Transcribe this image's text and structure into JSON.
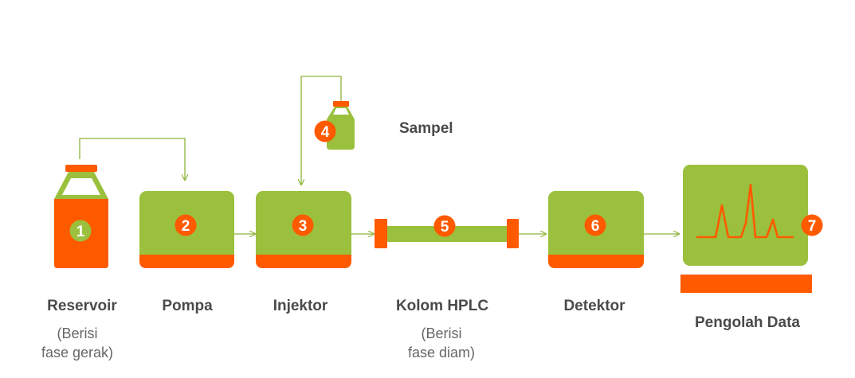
{
  "colors": {
    "green": "#9bc03d",
    "orange": "#ff5a00",
    "line_green": "#8db43a",
    "label": "#4a4a4a",
    "sublabel": "#666666"
  },
  "components": [
    {
      "number": "1",
      "label": "Reservoir",
      "sub": [
        "(Berisi",
        "fase gerak)"
      ]
    },
    {
      "number": "2",
      "label": "Pompa"
    },
    {
      "number": "3",
      "label": "Injektor"
    },
    {
      "number": "4",
      "label": "Sampel"
    },
    {
      "number": "5",
      "label": "Kolom HPLC",
      "sub": [
        "(Berisi",
        "fase diam)"
      ]
    },
    {
      "number": "6",
      "label": "Detektor"
    },
    {
      "number": "7",
      "label": "Pengolah Data"
    }
  ]
}
